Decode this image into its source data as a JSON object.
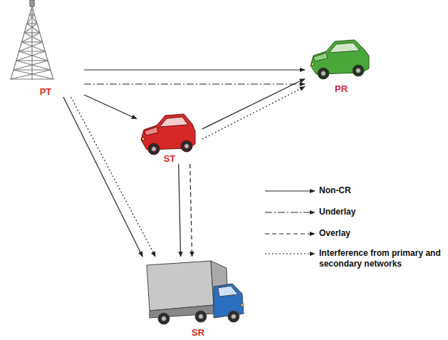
{
  "diagram": {
    "nodes": [
      {
        "text": [
          "PT"
        ]
      },
      {
        "text": [
          "PR"
        ]
      },
      {
        "text": [
          "ST"
        ]
      },
      {
        "text": [
          "SR"
        ]
      }
    ],
    "edges": [
      {
        "from": 0,
        "to": 1,
        "arrow": "to"
      },
      {
        "from": 0,
        "to": 1,
        "arrow": "to"
      },
      {
        "from": 0,
        "to": 2,
        "arrow": "to"
      },
      {
        "from": 0,
        "to": 3,
        "arrow": "to"
      },
      {
        "from": 0,
        "to": 3,
        "arrow": "to"
      },
      {
        "from": 2,
        "to": 1,
        "arrow": "to"
      },
      {
        "from": 2,
        "to": 1,
        "arrow": "to"
      },
      {
        "from": 2,
        "to": 3,
        "arrow": "to"
      },
      {
        "from": 2,
        "to": 3,
        "arrow": "to"
      }
    ],
    "legend": [
      {
        "text": "Non-CR"
      },
      {
        "text": "Underlay"
      },
      {
        "text": "Overlay"
      },
      {
        "text": "Interference from primary and secondary networks"
      }
    ]
  }
}
